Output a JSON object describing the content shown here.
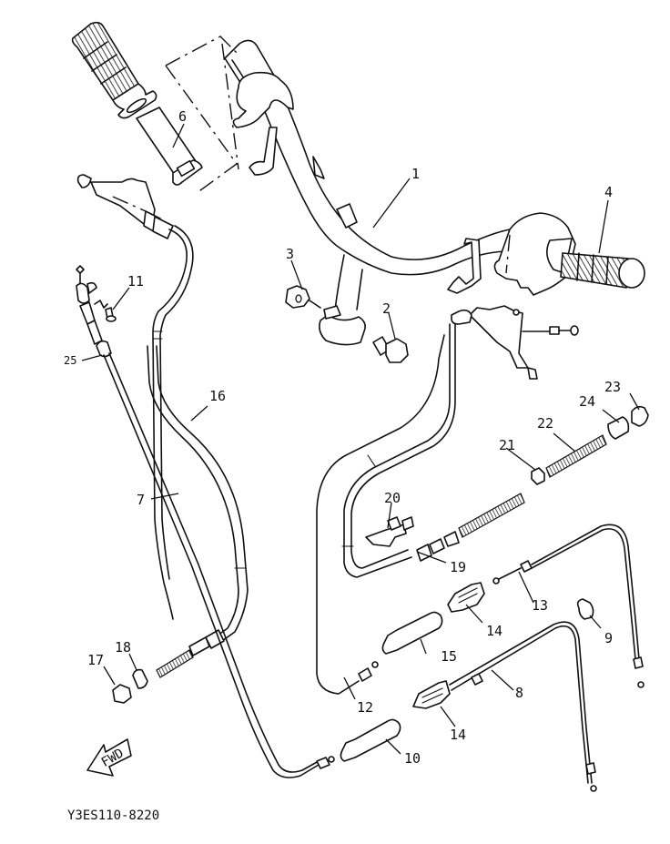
{
  "diagram": {
    "title": "Handlebar & Cable exploded parts diagram",
    "drawing_code": "Y3ES110-8220",
    "fwd_arrow_text": "FWD",
    "colors": {
      "ink": "#111111",
      "paper": "#ffffff"
    },
    "callouts": [
      {
        "number": "1",
        "part": "handlebar"
      },
      {
        "number": "2",
        "part": "bolt"
      },
      {
        "number": "3",
        "part": "nut"
      },
      {
        "number": "4",
        "part": "right-grip"
      },
      {
        "number": "6",
        "part": "throttle-grip"
      },
      {
        "number": "7",
        "part": "throttle-cable"
      },
      {
        "number": "8",
        "part": "cable"
      },
      {
        "number": "9",
        "part": "clamp"
      },
      {
        "number": "10",
        "part": "sleeve"
      },
      {
        "number": "11",
        "part": "screw"
      },
      {
        "number": "12",
        "part": "cable"
      },
      {
        "number": "13",
        "part": "cable"
      },
      {
        "number": "14",
        "part": "joint"
      },
      {
        "number": "14",
        "part": "joint"
      },
      {
        "number": "15",
        "part": "sleeve"
      },
      {
        "number": "16",
        "part": "cable"
      },
      {
        "number": "17",
        "part": "nut"
      },
      {
        "number": "18",
        "part": "adjuster"
      },
      {
        "number": "19",
        "part": "cable"
      },
      {
        "number": "20",
        "part": "clip"
      },
      {
        "number": "21",
        "part": "nut"
      },
      {
        "number": "22",
        "part": "spring"
      },
      {
        "number": "23",
        "part": "clip"
      },
      {
        "number": "24",
        "part": "adjuster"
      },
      {
        "number": "25",
        "part": "boot"
      }
    ]
  }
}
